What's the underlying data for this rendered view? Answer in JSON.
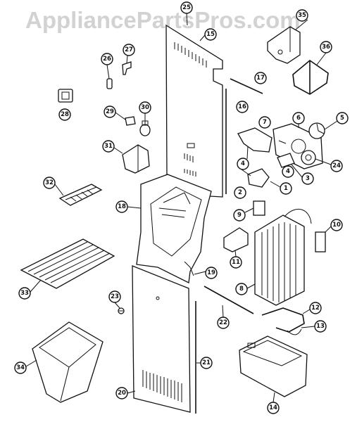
{
  "watermark": "AppliancePartsPros.com",
  "part_numbers": [
    "1",
    "2",
    "3",
    "4",
    "5",
    "6",
    "7",
    "8",
    "9",
    "10",
    "11",
    "12",
    "13",
    "14",
    "15",
    "16",
    "17",
    "18",
    "19",
    "20",
    "21",
    "22",
    "23",
    "24",
    "25",
    "26",
    "27",
    "28",
    "29",
    "30",
    "31",
    "32",
    "33",
    "34",
    "35",
    "36"
  ],
  "duplicate_labels": {
    "four_b": "4"
  }
}
